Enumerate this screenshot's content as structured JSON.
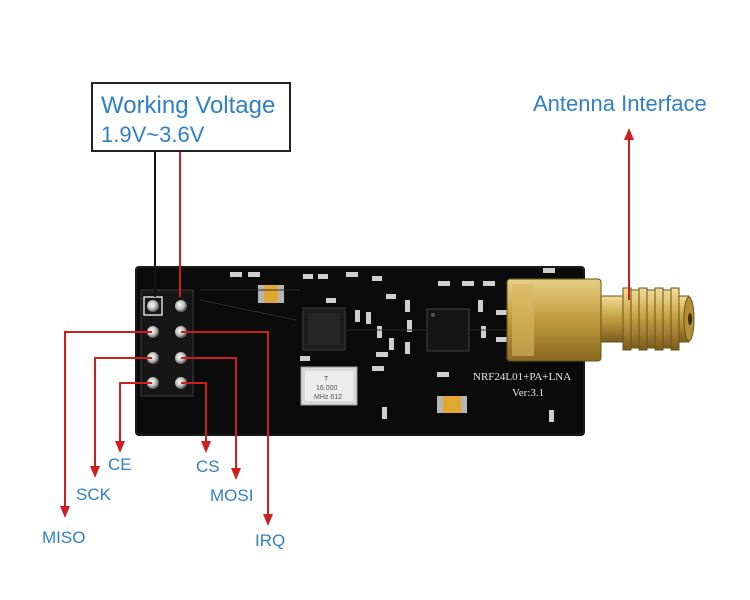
{
  "power_callout": {
    "line1": "Working Voltage",
    "line2": "1.9V~3.6V"
  },
  "antenna_label": "Antenna Interface",
  "pin_labels": {
    "ce": "CE",
    "sck": "SCK",
    "miso": "MISO",
    "cs": "CS",
    "mosi": "MOSI",
    "irq": "IRQ"
  },
  "board": {
    "silkscreen": "NRF24L01+PA+LNA",
    "version": "Ver:3.1",
    "crystal_text_1": "T",
    "crystal_text_2": "16.000",
    "crystal_text_3": "MHz 612"
  },
  "colors": {
    "label_blue": "#2f7fc9",
    "leader_red": "#cc1f1f",
    "pcb_black": "#0b0b0b",
    "gold": "#c9a44a"
  }
}
